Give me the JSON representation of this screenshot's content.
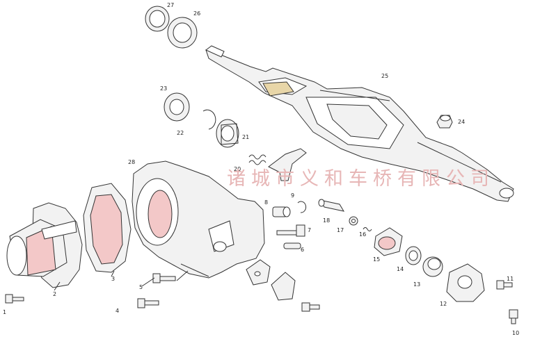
{
  "watermark": "诸城市义和车桥有限公司",
  "callouts": [
    "1",
    "2",
    "3",
    "4",
    "5",
    "6",
    "7",
    "8",
    "9",
    "10",
    "11",
    "12",
    "13",
    "14",
    "15",
    "16",
    "17",
    "18",
    "20",
    "21",
    "22",
    "23",
    "24",
    "25",
    "26",
    "27",
    "28"
  ],
  "colors": {
    "gasket": "#f3c8c8",
    "outline": "#333333",
    "metal": "#f2f2f2",
    "watermark": "#e7b6b6"
  }
}
